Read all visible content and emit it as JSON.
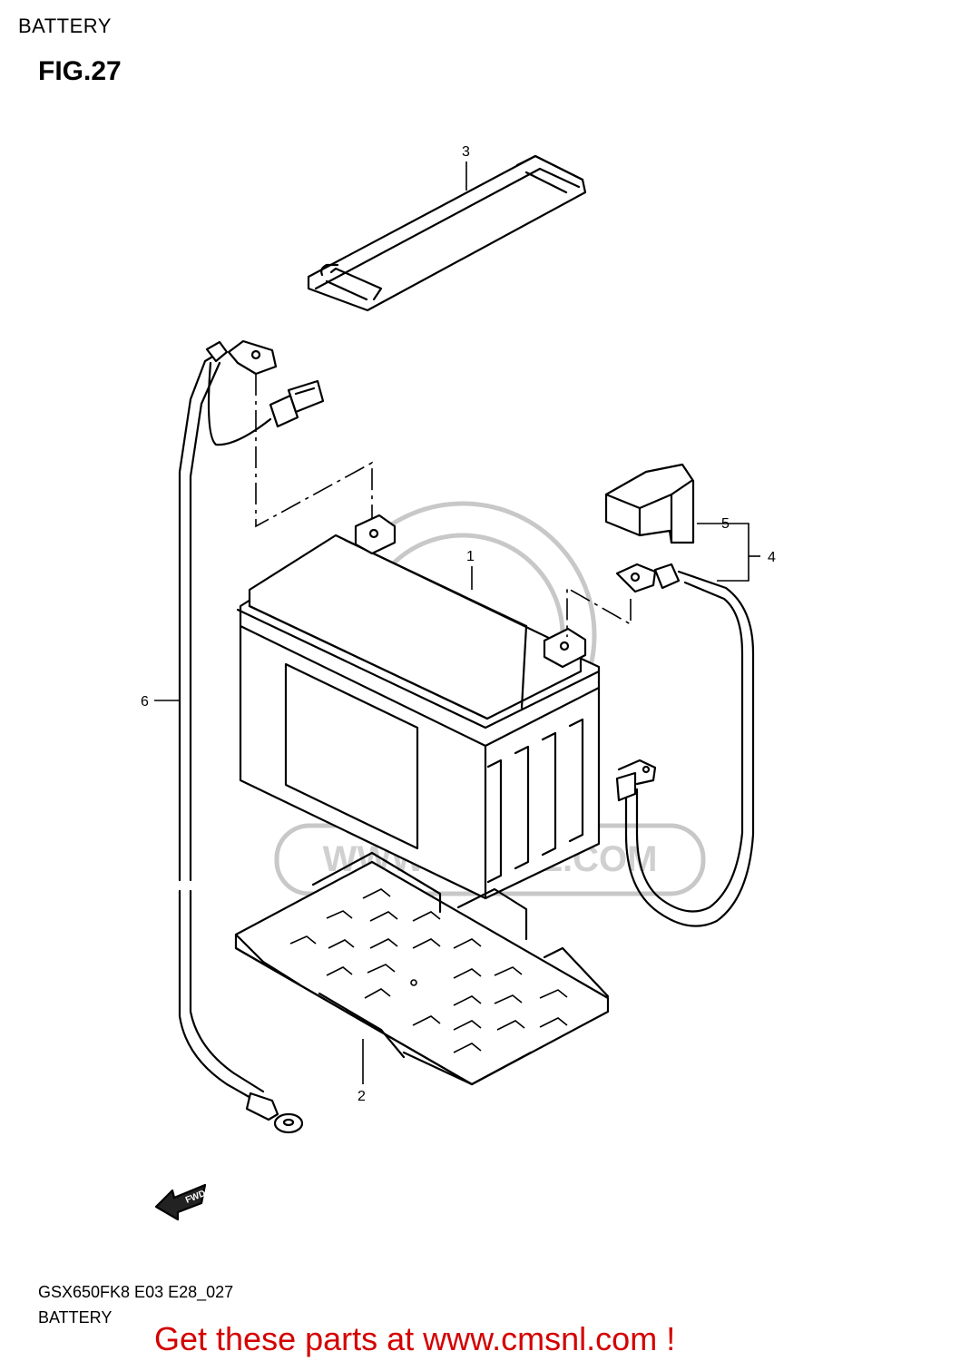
{
  "header": {
    "title": "BATTERY"
  },
  "figure": {
    "label": "FIG.27"
  },
  "parts": {
    "battery": "1",
    "battery_tray": "2",
    "battery_band": "3",
    "cable_assembly": "4",
    "terminal_cover": "5",
    "lead_wire": "6"
  },
  "fwd_label": "FWD",
  "watermark": "WWW.CMSNL.COM",
  "footer": {
    "model_code": "GSX650FK8 E03 E28_027",
    "section_name": "BATTERY",
    "promo": "Get these parts at www.cmsnl.com !"
  },
  "colors": {
    "promo_text": "#d40000",
    "line_art": "#000000",
    "watermark": "#c8c8c8"
  }
}
